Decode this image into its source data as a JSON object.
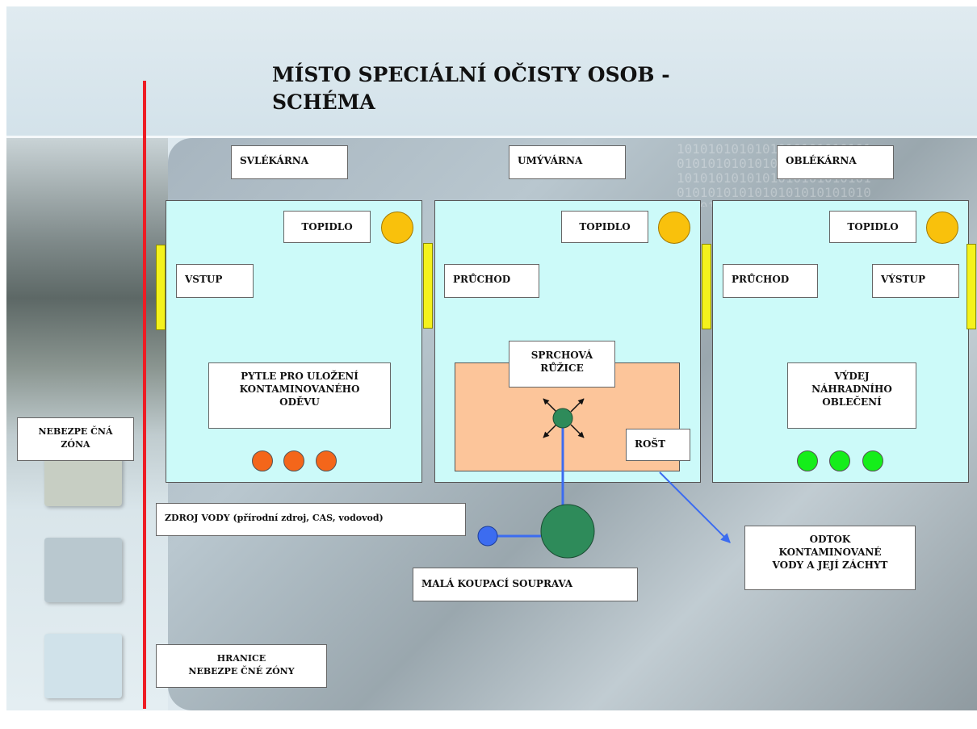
{
  "title_line1": "MÍSTO SPECIÁLNÍ OČISTY OSOB -",
  "title_line2": "SCHÉMA",
  "rooms": {
    "svlekarna": "SVLÉKÁRNA",
    "umyvarna": "UMÝVÁRNA",
    "oblekarna": "OBLÉKÁRNA"
  },
  "topidlo": "TOPIDLO",
  "vstup": "VSTUP",
  "pruchod": "PRŮCHOD",
  "vystup": "VÝSTUP",
  "bags": {
    "line1": "PYTLE  PRO ULOŽENÍ",
    "line2": "KONTAMINOVANÉHO",
    "line3": "ODĚVU"
  },
  "shower": {
    "line1": "SPRCHOVÁ",
    "line2": "RŮŽICE"
  },
  "rost": "ROŠT",
  "clothes": {
    "line1": "VÝDEJ",
    "line2": "NÁHRADNÍHO",
    "line3": "OBLEČENÍ"
  },
  "danger_zone": {
    "line1": "NEBEZPE ČNÁ",
    "line2": "ZÓNA"
  },
  "water_source": "ZDROJ VODY  (přírodní  zdroj,  CAS, vodovod)",
  "bath_kit": "MALÁ  KOUPACÍ  SOUPRAVA",
  "drain": {
    "line1": "ODTOK",
    "line2": "KONTAMINOVANÉ",
    "line3": "VODY  A  JEJÍ ZÁCHYT"
  },
  "boundary": {
    "line1": "HRANICE",
    "line2": "NEBEZPE ČNÉ  ZÓNY"
  },
  "colors": {
    "room_fill": "#ccfaf9",
    "door": "#f4f21c",
    "heater": "#f9c10c",
    "bag_dot": "#f4661a",
    "clothes_dot": "#15ee1a",
    "shower_area": "#fcc59a",
    "pipe": "#3c6cf0",
    "boundary_line": "#ee1c24",
    "kit": "#2e8b5a"
  }
}
